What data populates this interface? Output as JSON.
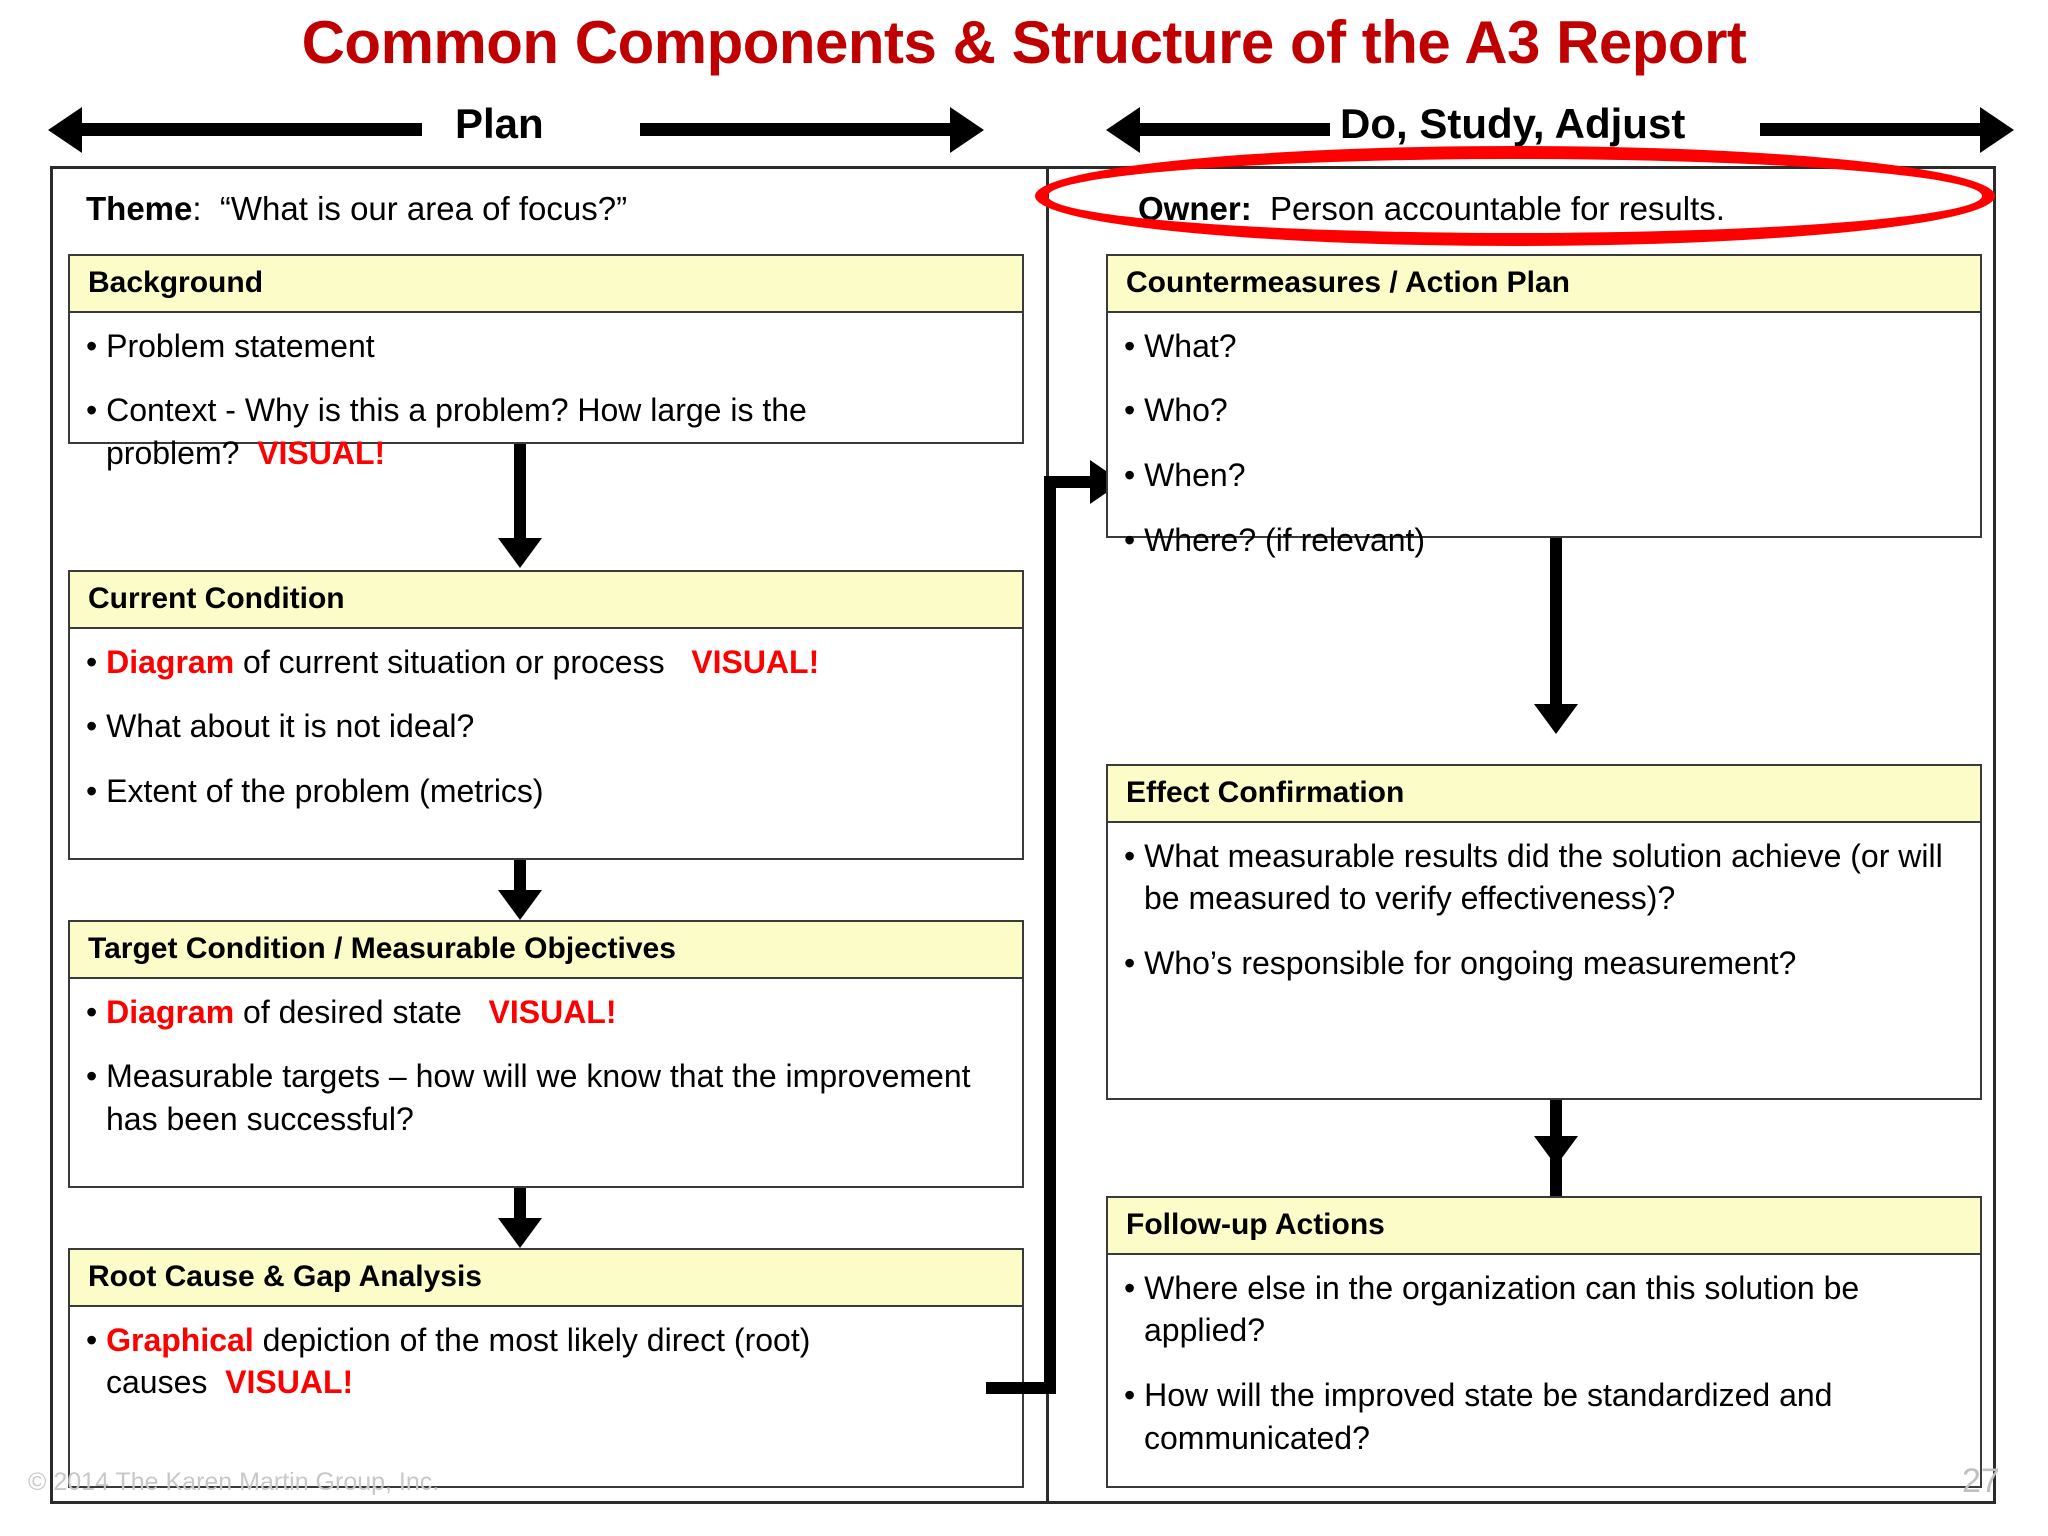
{
  "title": "Common Components & Structure of the A3 Report",
  "phases": [
    {
      "label": "Plan"
    },
    {
      "label": "Do, Study, Adjust"
    }
  ],
  "top_fields": {
    "theme_label": "Theme",
    "theme_value": "“What is our area of focus?”",
    "owner_label": "Owner:",
    "owner_value": "Person accountable for results."
  },
  "left_column": [
    {
      "heading": "Background",
      "bullets": [
        {
          "pre": "• Problem statement",
          "highlight": "",
          "post": "",
          "visual": ""
        },
        {
          "pre": "• Context - Why is this a problem? How large is the problem?",
          "highlight": "",
          "post": "",
          "visual": "VISUAL!"
        }
      ]
    },
    {
      "heading": "Current Condition",
      "bullets": [
        {
          "pre": "• ",
          "highlight": "Diagram",
          "post": " of current situation or process",
          "visual": "VISUAL!"
        },
        {
          "pre": "• What about it is not ideal?",
          "highlight": "",
          "post": "",
          "visual": ""
        },
        {
          "pre": "• Extent of the problem (metrics)",
          "highlight": "",
          "post": "",
          "visual": ""
        }
      ]
    },
    {
      "heading": "Target Condition / Measurable Objectives",
      "bullets": [
        {
          "pre": "• ",
          "highlight": "Diagram",
          "post": " of desired state",
          "visual": "VISUAL!"
        },
        {
          "pre": "• Measurable targets – how will we know that the improvement has been successful?",
          "highlight": "",
          "post": "",
          "visual": ""
        }
      ]
    },
    {
      "heading": "Root Cause & Gap Analysis",
      "bullets": [
        {
          "pre": "• ",
          "highlight": "Graphical",
          "post": " depiction of the most likely direct (root) causes",
          "visual": "VISUAL!"
        }
      ]
    }
  ],
  "right_column": [
    {
      "heading": "Countermeasures / Action Plan",
      "bullets": [
        {
          "pre": "• What?",
          "highlight": "",
          "post": "",
          "visual": ""
        },
        {
          "pre": "• Who?",
          "highlight": "",
          "post": "",
          "visual": ""
        },
        {
          "pre": "• When?",
          "highlight": "",
          "post": "",
          "visual": ""
        },
        {
          "pre": "• Where? (if relevant)",
          "highlight": "",
          "post": "",
          "visual": ""
        }
      ]
    },
    {
      "heading": "Effect Confirmation",
      "bullets": [
        {
          "pre": "• What measurable results did the solution achieve (or will be measured to verify effectiveness)?",
          "highlight": "",
          "post": "",
          "visual": ""
        },
        {
          "pre": "• Who’s responsible for ongoing measurement?",
          "highlight": "",
          "post": "",
          "visual": ""
        }
      ]
    },
    {
      "heading": "Follow-up Actions",
      "bullets": [
        {
          "pre": "• Where else in the organization can this solution be applied?",
          "highlight": "",
          "post": "",
          "visual": ""
        },
        {
          "pre": "• How will the improved state be standardized and communicated?",
          "highlight": "",
          "post": "",
          "visual": ""
        }
      ]
    }
  ],
  "annotation": {
    "shape": "red-ellipse-highlight"
  },
  "footer": {
    "copyright": "© 2014 The Karen Martin Group, Inc.",
    "page_number": "27"
  },
  "colors": {
    "title_red": "#C00000",
    "highlight_red": "#FF0000",
    "header_yellow": "#FCFCC8",
    "border": "#3a3a3a"
  }
}
